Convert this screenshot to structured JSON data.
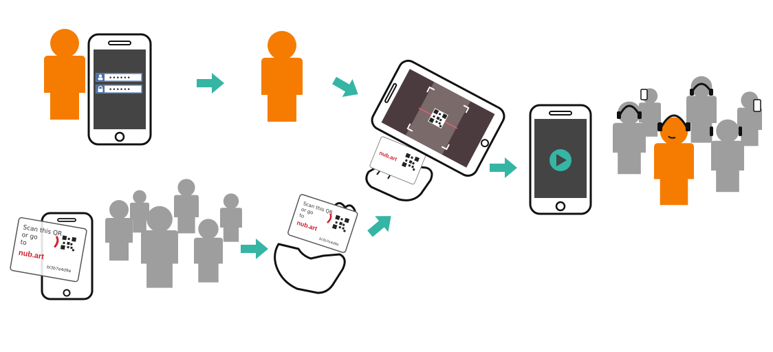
{
  "colors": {
    "primary_person": "#f57c00",
    "crowd_person": "#9e9e9e",
    "arrow": "#35b5a4",
    "phone_outline": "#111111",
    "phone_screen": "#444444",
    "brand_red": "#d0202f",
    "card_border": "#555555"
  },
  "login_phone": {
    "password_mask_1": "••••••",
    "password_mask_2": "••••••",
    "icons": [
      "user-icon",
      "lock-icon"
    ]
  },
  "card": {
    "line1": "Scan this QR",
    "line2": "or go",
    "line3": "to",
    "brand": "nub.art",
    "code": "bl3b7e4d9e"
  },
  "video_phone": {
    "icon": "play-icon"
  }
}
